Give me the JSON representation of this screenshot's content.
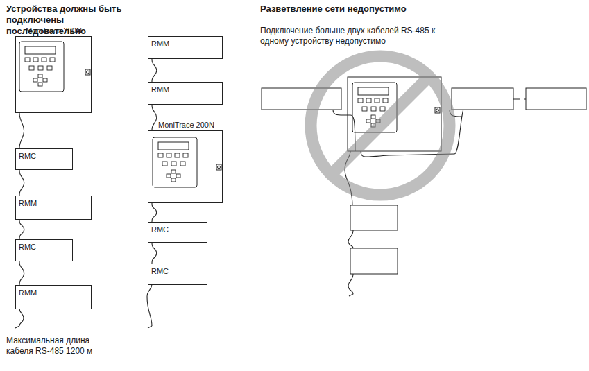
{
  "diagram": {
    "nodes": [
      {
        "text": [
          "MoniTrace 200N"
        ]
      },
      {
        "text": [
          "RMC"
        ]
      },
      {
        "text": [
          "RMM"
        ]
      },
      {
        "text": [
          "RMC"
        ]
      },
      {
        "text": [
          "RMM"
        ]
      },
      {
        "text": [
          "RMM"
        ]
      },
      {
        "text": [
          "RMM"
        ]
      },
      {
        "text": [
          "MoniTrace 200N"
        ]
      },
      {
        "text": [
          "RMC"
        ]
      },
      {
        "text": [
          "RMC"
        ]
      }
    ],
    "edges": [
      {
        "from": 0,
        "to": 1,
        "arrow": "none"
      },
      {
        "from": 1,
        "to": 2,
        "arrow": "none"
      },
      {
        "from": 2,
        "to": 3,
        "arrow": "none"
      },
      {
        "from": 3,
        "to": 4,
        "arrow": "none"
      },
      {
        "from": 5,
        "to": 6,
        "arrow": "none"
      },
      {
        "from": 6,
        "to": 7,
        "arrow": "none"
      },
      {
        "from": 7,
        "to": 8,
        "arrow": "none"
      },
      {
        "from": 8,
        "to": 9,
        "arrow": "none"
      }
    ],
    "labels": [
      "Устройства должны быть подключены последовательно",
      "Разветвление сети недопустимо",
      "Подключение больше двух кабелей RS-485 к одному устройству недопустимо",
      "Максимальная длина кабеля RS-485 1200 м"
    ]
  }
}
